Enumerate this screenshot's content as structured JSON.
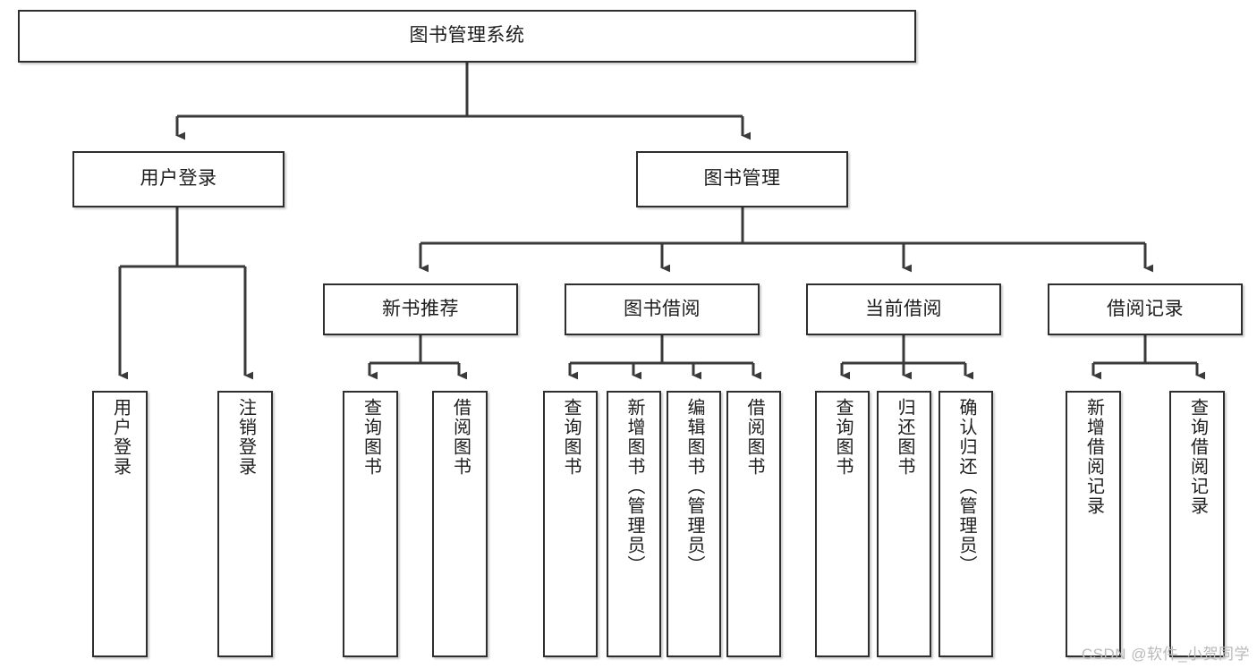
{
  "diagram": {
    "title": "图书管理系统",
    "type": "hierarchy-tree",
    "colors": {
      "box_border": "#2e2e2e",
      "box_fill": "#ffffff",
      "connector": "#3a3a3a",
      "text": "#1d1d1d",
      "watermark": "#b9b9b9",
      "background": "#ffffff"
    },
    "nodes": {
      "root": {
        "label": "图书管理系统"
      },
      "level2": [
        {
          "label": "用户登录"
        },
        {
          "label": "图书管理"
        }
      ],
      "level3": [
        {
          "label": "新书推荐"
        },
        {
          "label": "图书借阅"
        },
        {
          "label": "当前借阅"
        },
        {
          "label": "借阅记录"
        }
      ],
      "leaves": {
        "user_login": [
          {
            "label": "用户登录"
          },
          {
            "label": "注销登录"
          }
        ],
        "new_book_recommend": [
          {
            "label": "查询图书"
          },
          {
            "label": "借阅图书"
          }
        ],
        "book_borrow": [
          {
            "label": "查询图书"
          },
          {
            "label": "新增图书（管理员）"
          },
          {
            "label": "编辑图书（管理员）"
          },
          {
            "label": "借阅图书"
          }
        ],
        "current_borrow": [
          {
            "label": "查询图书"
          },
          {
            "label": "归还图书"
          },
          {
            "label": "确认归还（管理员）"
          }
        ],
        "borrow_record": [
          {
            "label": "新增借阅记录"
          },
          {
            "label": "查询借阅记录"
          }
        ]
      }
    },
    "watermark": "CSDN @软件_小贺同学"
  }
}
